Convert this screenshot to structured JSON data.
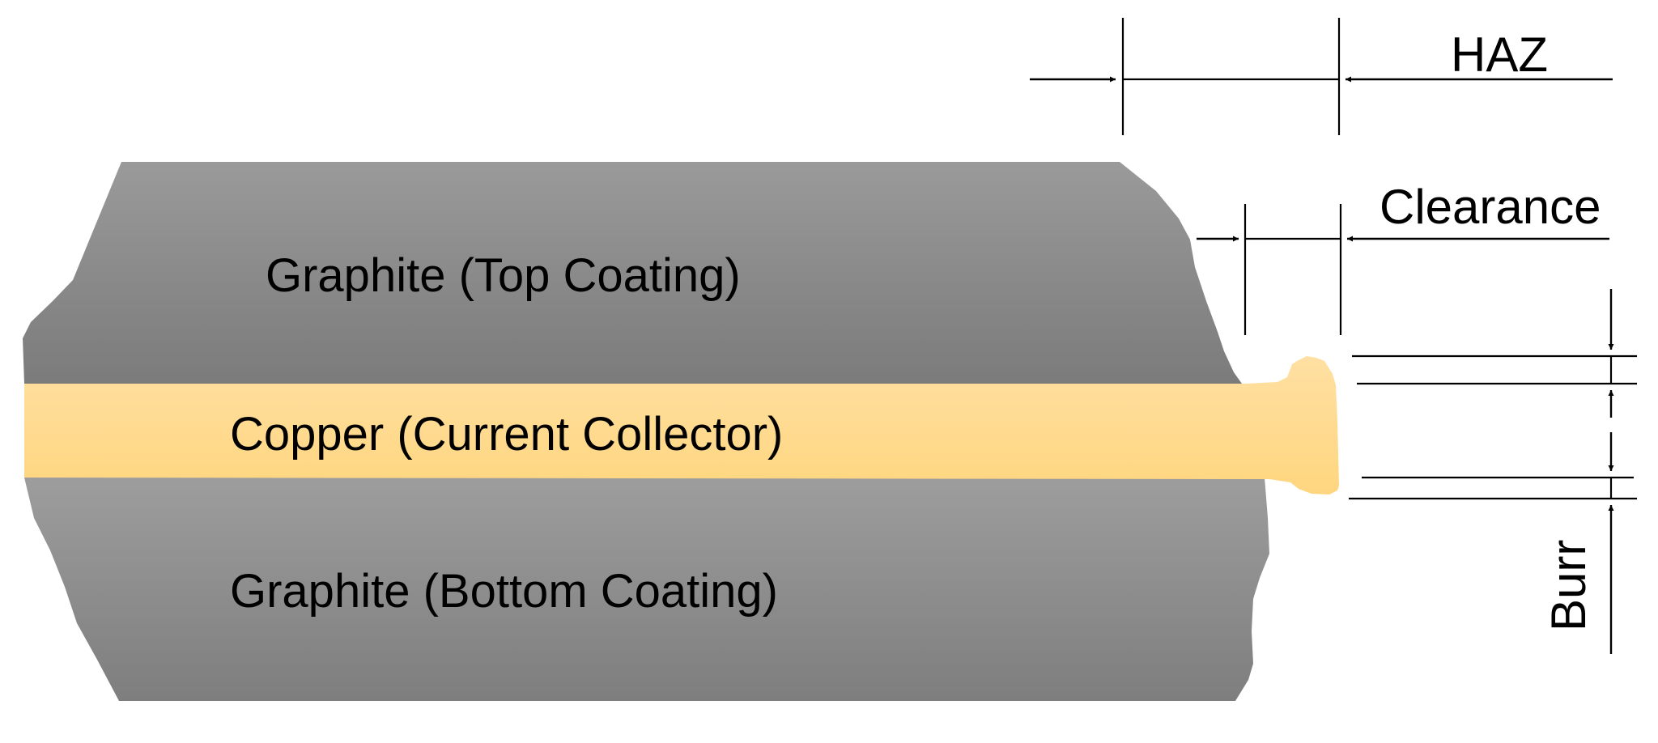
{
  "layers": {
    "top": {
      "label": "Graphite (Top Coating)",
      "color_light": "#9a9a9a",
      "color_dark": "#7b7b7b"
    },
    "copper": {
      "label": "Copper (Current Collector)",
      "color_light": "#ffe0a3",
      "color_dark": "#ffd67f"
    },
    "bottom": {
      "label": "Graphite (Bottom Coating)",
      "color_light": "#9d9d9d",
      "color_dark": "#7e7e7e"
    }
  },
  "dimensions": {
    "haz": "HAZ",
    "clearance": "Clearance",
    "burr": "Burr"
  },
  "colors": {
    "line": "#000000",
    "background": "#ffffff"
  }
}
